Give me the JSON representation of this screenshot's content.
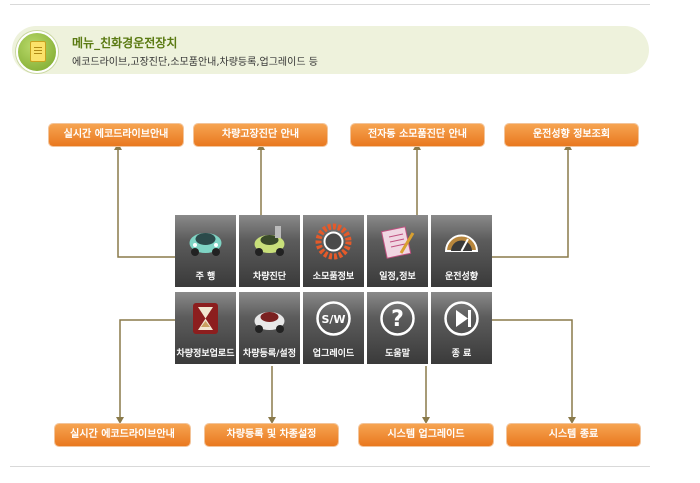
{
  "header": {
    "title": "메뉴_친화경운전장치",
    "subtitle": "에코드라이브,고장진단,소모품안내,차량등록,업그레이드 등",
    "icon": "note-icon"
  },
  "colors": {
    "accent": "#ee8a33",
    "line": "#8a7a4a",
    "header_bg": "#eef2dc",
    "title": "#5a7a12"
  },
  "callouts_top": [
    {
      "label": "실시간 에코드라이브안내"
    },
    {
      "label": "차량고장진단 안내"
    },
    {
      "label": "전자동 소모품진단 안내"
    },
    {
      "label": "운전성향 정보조회"
    }
  ],
  "callouts_bottom": [
    {
      "label": "실시간 에코드라이브안내"
    },
    {
      "label": "차량등록 및 차종설정"
    },
    {
      "label": "시스템 업그레이드"
    },
    {
      "label": "시스템 종료"
    }
  ],
  "menu": {
    "row1": [
      {
        "label": "주 행",
        "icon": "car-icon"
      },
      {
        "label": "차량진단",
        "icon": "diagnosis-car-icon"
      },
      {
        "label": "소모품정보",
        "icon": "gear-ring-icon"
      },
      {
        "label": "일정,정보",
        "icon": "notepad-icon"
      },
      {
        "label": "운전성향",
        "icon": "gauge-icon"
      }
    ],
    "row2": [
      {
        "label": "차량정보업로드",
        "icon": "hourglass-icon"
      },
      {
        "label": "차량등록/설정",
        "icon": "car-register-icon"
      },
      {
        "label": "업그레이드",
        "icon": "sw-icon",
        "icon_text": "S/W"
      },
      {
        "label": "도움말",
        "icon": "help-icon",
        "icon_text": "?"
      },
      {
        "label": "종 료",
        "icon": "exit-icon"
      }
    ]
  }
}
